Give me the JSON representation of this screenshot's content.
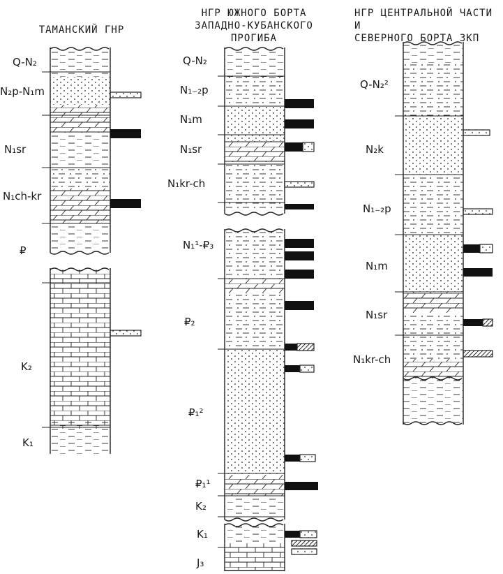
{
  "columns": [
    {
      "id": "taman",
      "title_lines": [
        "ТАМАНСКИЙ ГНР"
      ],
      "labels": [
        {
          "text": "Q-N₂"
        },
        {
          "text": "N₂p-N₁m"
        },
        {
          "text": "N₁sr"
        },
        {
          "text": "N₁ch-kr"
        },
        {
          "text": "₽"
        },
        {
          "text": "K₂"
        },
        {
          "text": "K₁"
        }
      ]
    },
    {
      "id": "south",
      "title_lines": [
        "НГР ЮЖНОГО БОРТА",
        "ЗАПАДНО-КУБАНСКОГО ПРОГИБА"
      ],
      "labels": [
        {
          "text": "Q-N₂"
        },
        {
          "text": "N₁₋₂p"
        },
        {
          "text": "N₁m"
        },
        {
          "text": "N₁sr"
        },
        {
          "text": "N₁kr-ch"
        },
        {
          "text": "N₁¹-₽₃"
        },
        {
          "text": "₽₂"
        },
        {
          "text": "₽₁²"
        },
        {
          "text": "₽₁¹"
        },
        {
          "text": "K₂"
        },
        {
          "text": "K₁"
        },
        {
          "text": "J₃"
        }
      ]
    },
    {
      "id": "central",
      "title_lines": [
        "НГР ЦЕНТРАЛЬНОЙ ЧАСТИ И",
        "СЕВЕРНОГО БОРТА ЗКП"
      ],
      "labels": [
        {
          "text": "Q-N₂²"
        },
        {
          "text": "N₂k"
        },
        {
          "text": "N₁₋₂p"
        },
        {
          "text": "N₁m"
        },
        {
          "text": "N₁sr"
        },
        {
          "text": "N₁kr-ch"
        }
      ]
    }
  ]
}
